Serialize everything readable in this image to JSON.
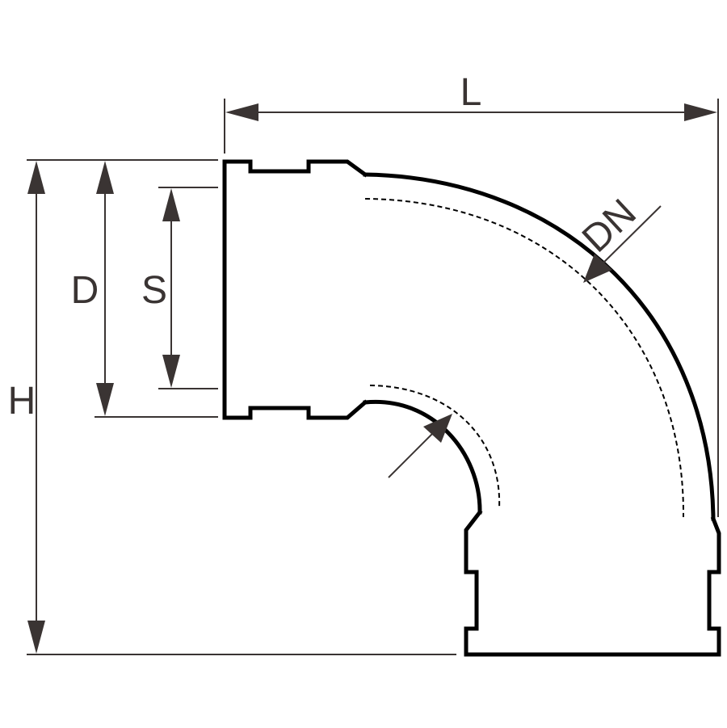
{
  "diagram": {
    "labels": {
      "length": "L",
      "height": "H",
      "diameter": "D",
      "socket": "S",
      "nominal_diameter": "DN"
    },
    "colors": {
      "outline": "#000000",
      "dimension": "#3a3433",
      "background": "#ffffff"
    }
  }
}
